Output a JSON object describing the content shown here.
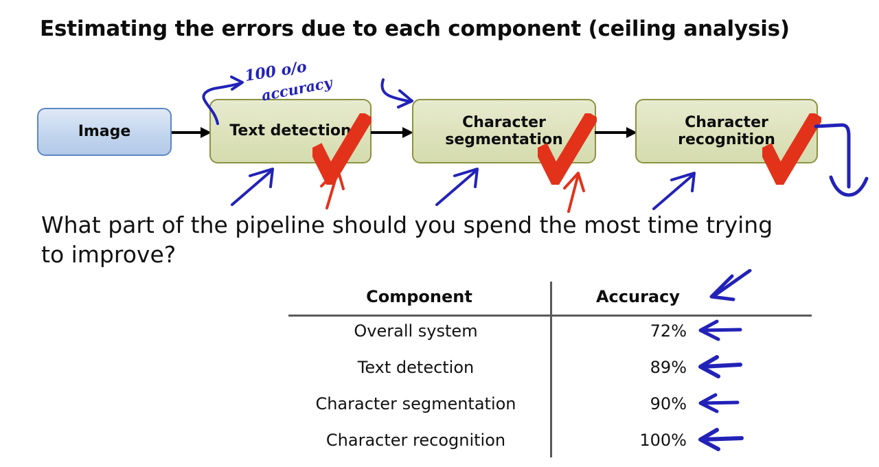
{
  "slide": {
    "title": "Estimating the errors due to each component (ceiling analysis)",
    "question": "What part of the pipeline should you spend the most time trying to improve?"
  },
  "pipeline": {
    "nodes": [
      {
        "label": "Image",
        "type": "input",
        "fill": "#c7d8ef",
        "border": "#5b87c4"
      },
      {
        "label": "Text detection",
        "type": "component",
        "fill": "#dde2bb",
        "border": "#8b9141"
      },
      {
        "label": "Character segmentation",
        "type": "component",
        "fill": "#dde2bb",
        "border": "#8b9141"
      },
      {
        "label": "Character recognition",
        "type": "component",
        "fill": "#dde2bb",
        "border": "#8b9141"
      }
    ],
    "connector_color": "#000000",
    "check_color": "#e2331a",
    "ink_blue": "#2222b8",
    "ink_red": "#e2331a"
  },
  "annotations": {
    "accuracy_note_line1": "100 o/o",
    "accuracy_note_line2": "accuracy"
  },
  "table": {
    "headers": [
      "Component",
      "Accuracy"
    ],
    "rows": [
      {
        "component": "Overall system",
        "accuracy": "72%"
      },
      {
        "component": "Text detection",
        "accuracy": "89%"
      },
      {
        "component": "Character segmentation",
        "accuracy": "90%"
      },
      {
        "component": "Character recognition",
        "accuracy": "100%"
      }
    ],
    "rule_color": "#595959"
  }
}
